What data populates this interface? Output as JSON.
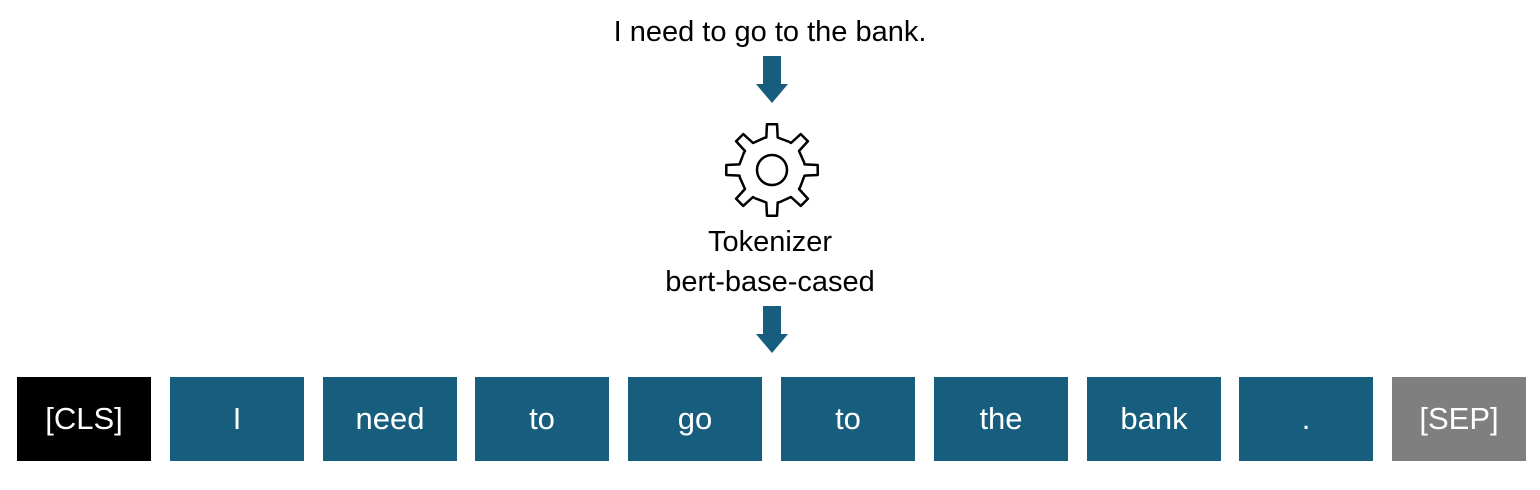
{
  "sentence": "I need to go to the bank.",
  "tokenizer": {
    "title": "Tokenizer",
    "model": "bert-base-cased",
    "icon": "gear-icon"
  },
  "colors": {
    "arrow": "#175e7e",
    "cls": "#000000",
    "word": "#175e7e",
    "sep": "#7f7f7f"
  },
  "tokens": [
    {
      "text": "[CLS]",
      "kind": "cls"
    },
    {
      "text": "I",
      "kind": "word"
    },
    {
      "text": "need",
      "kind": "word"
    },
    {
      "text": "to",
      "kind": "word"
    },
    {
      "text": "go",
      "kind": "word"
    },
    {
      "text": "to",
      "kind": "word"
    },
    {
      "text": "the",
      "kind": "word"
    },
    {
      "text": "bank",
      "kind": "word"
    },
    {
      "text": ".",
      "kind": "word"
    },
    {
      "text": "[SEP]",
      "kind": "sep"
    }
  ]
}
